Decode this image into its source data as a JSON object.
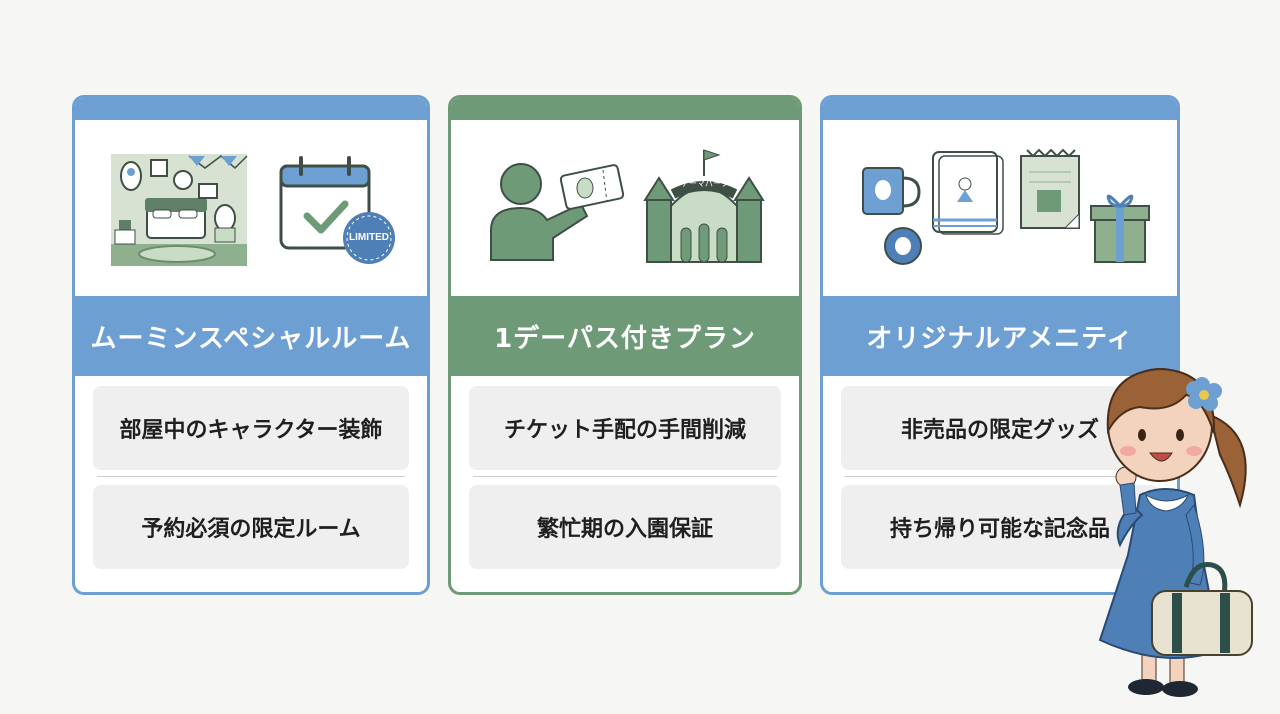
{
  "colors": {
    "blue_accent": "#6d9fd3",
    "green_accent": "#6e9a78",
    "background": "#f6f6f5",
    "item_bg": "#efefef"
  },
  "cards": [
    {
      "title": "ムーミンスペシャルルーム",
      "accent": "blue",
      "illustration_icons": [
        "decorated-room-icon",
        "limited-calendar-icon"
      ],
      "badge_text": "LIMITED",
      "items": [
        "部屋中のキャラクター装飾",
        "予約必須の限定ルーム"
      ]
    },
    {
      "title": "1デーパス付きプラン",
      "accent": "green",
      "illustration_icons": [
        "person-ticket-icon",
        "theme-park-gate-icon"
      ],
      "gate_sign_text": "テーマパーク",
      "items": [
        "チケット手配の手間削減",
        "繁忙期の入園保証"
      ]
    },
    {
      "title": "オリジナルアメニティ",
      "accent": "blue",
      "illustration_icons": [
        "mug-icon",
        "towel-icon",
        "notebook-icon",
        "gift-box-icon",
        "badge-icon"
      ],
      "items": [
        "非売品の限定グッズ",
        "持ち帰り可能な記念品"
      ]
    }
  ]
}
